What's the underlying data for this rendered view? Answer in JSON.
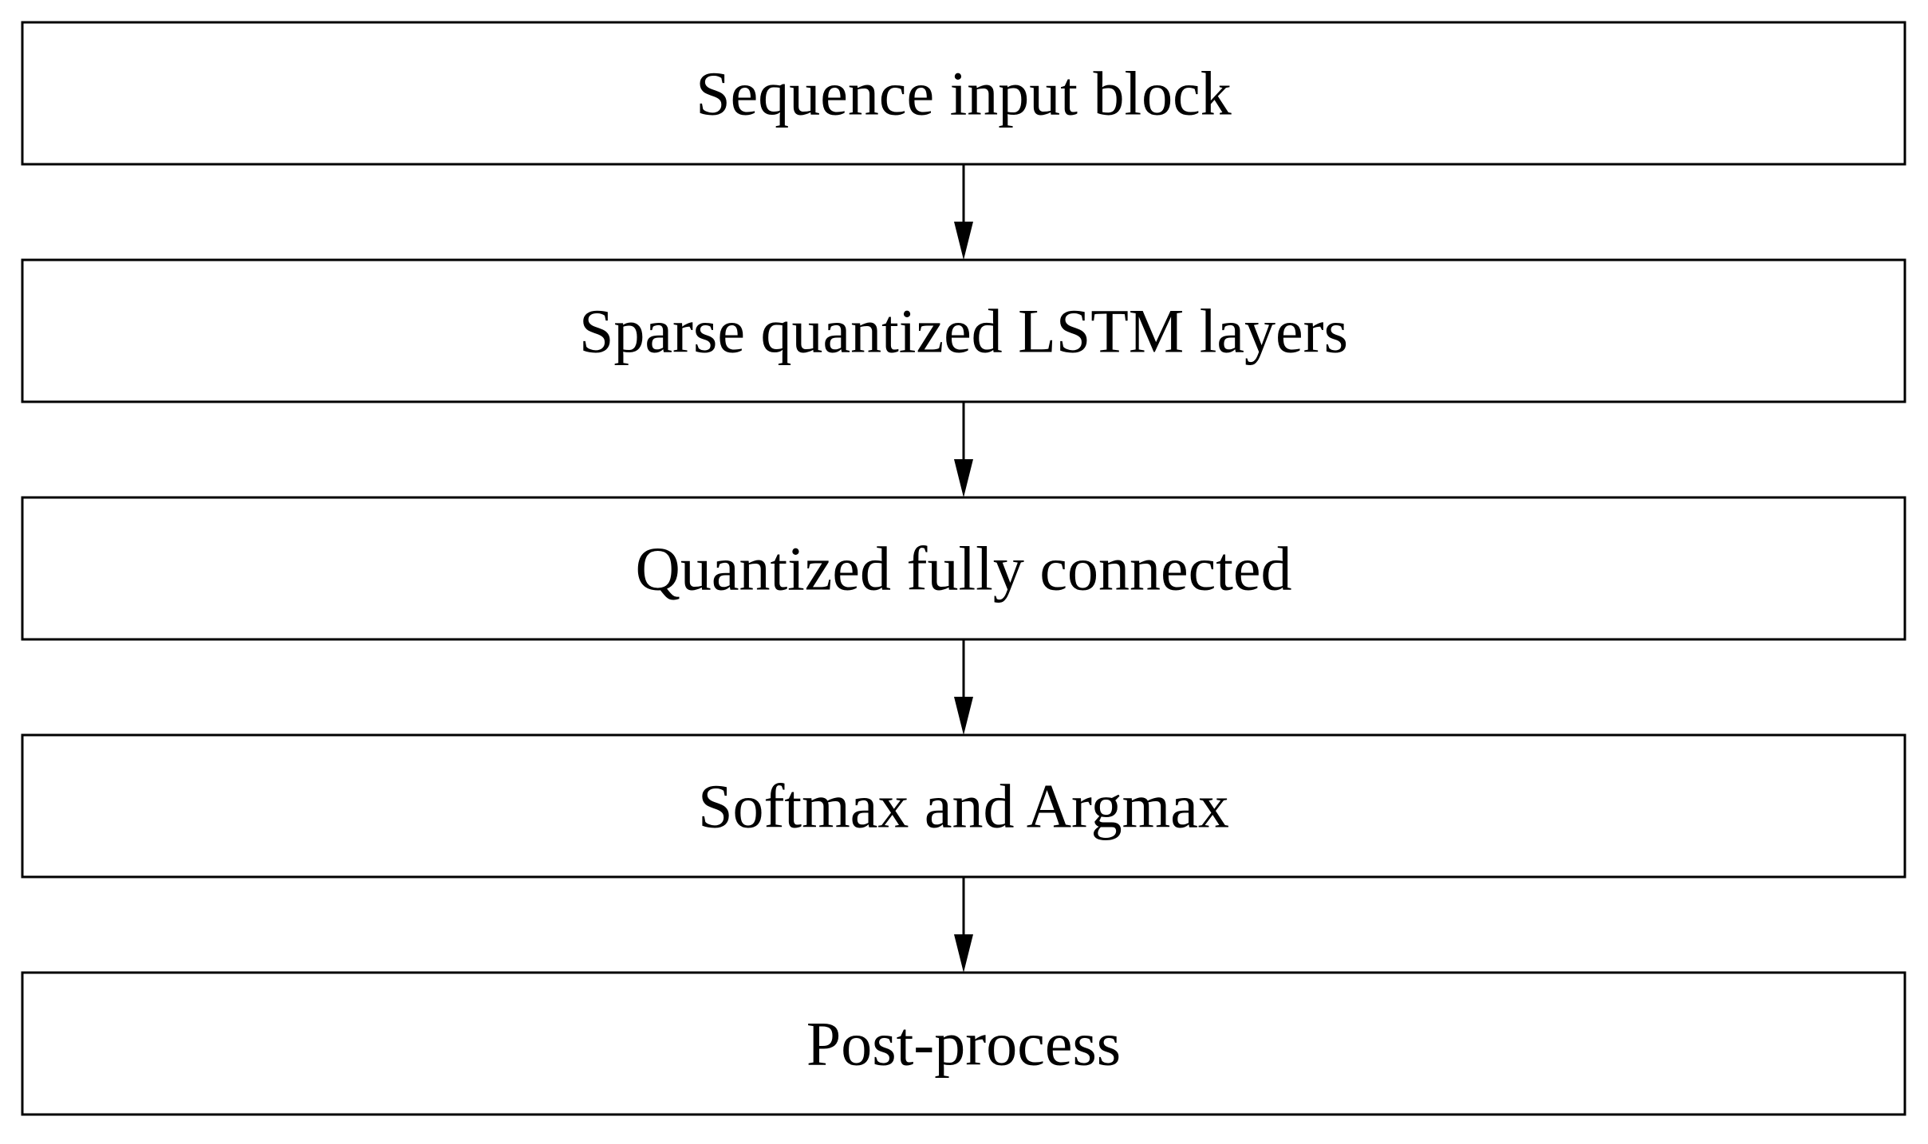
{
  "diagram": {
    "type": "flowchart",
    "direction": "top-to-bottom",
    "colors": {
      "stroke": "#000000",
      "fill": "#ffffff",
      "text": "#000000"
    },
    "blocks": [
      {
        "id": "sequence-input",
        "label": "Sequence input block"
      },
      {
        "id": "lstm-layers",
        "label": "Sparse quantized LSTM layers"
      },
      {
        "id": "fully-connected",
        "label": "Quantized fully connected"
      },
      {
        "id": "softmax-argmax",
        "label": "Softmax and Argmax"
      },
      {
        "id": "post-process",
        "label": "Post-process"
      }
    ],
    "edges": [
      {
        "from": "sequence-input",
        "to": "lstm-layers"
      },
      {
        "from": "lstm-layers",
        "to": "fully-connected"
      },
      {
        "from": "fully-connected",
        "to": "softmax-argmax"
      },
      {
        "from": "softmax-argmax",
        "to": "post-process"
      }
    ]
  }
}
